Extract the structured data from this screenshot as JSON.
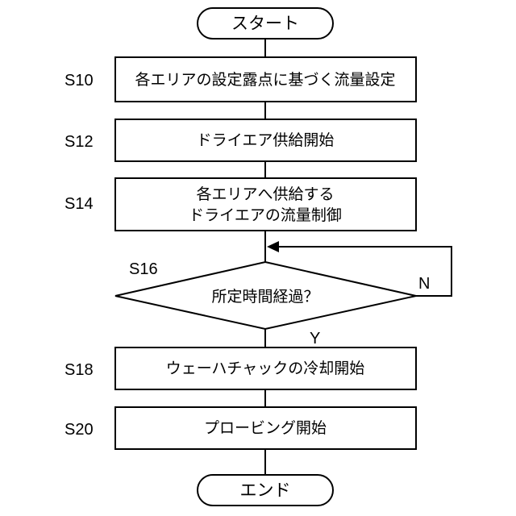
{
  "diagram": {
    "start": "スタート",
    "end": "エンド",
    "steps": [
      {
        "label": "S10",
        "lines": [
          "各エリアの設定露点に基づく流量設定"
        ]
      },
      {
        "label": "S12",
        "lines": [
          "ドライエア供給開始"
        ]
      },
      {
        "label": "S14",
        "lines": [
          "各エリアへ供給する",
          "ドライエアの流量制御"
        ]
      },
      {
        "label": "S18",
        "lines": [
          "ウェーハチャックの冷却開始"
        ]
      },
      {
        "label": "S20",
        "lines": [
          "プロービング開始"
        ]
      }
    ],
    "decision": {
      "label": "S16",
      "text": "所定時間経過？",
      "yes_label": "Y",
      "no_label": "N"
    }
  }
}
